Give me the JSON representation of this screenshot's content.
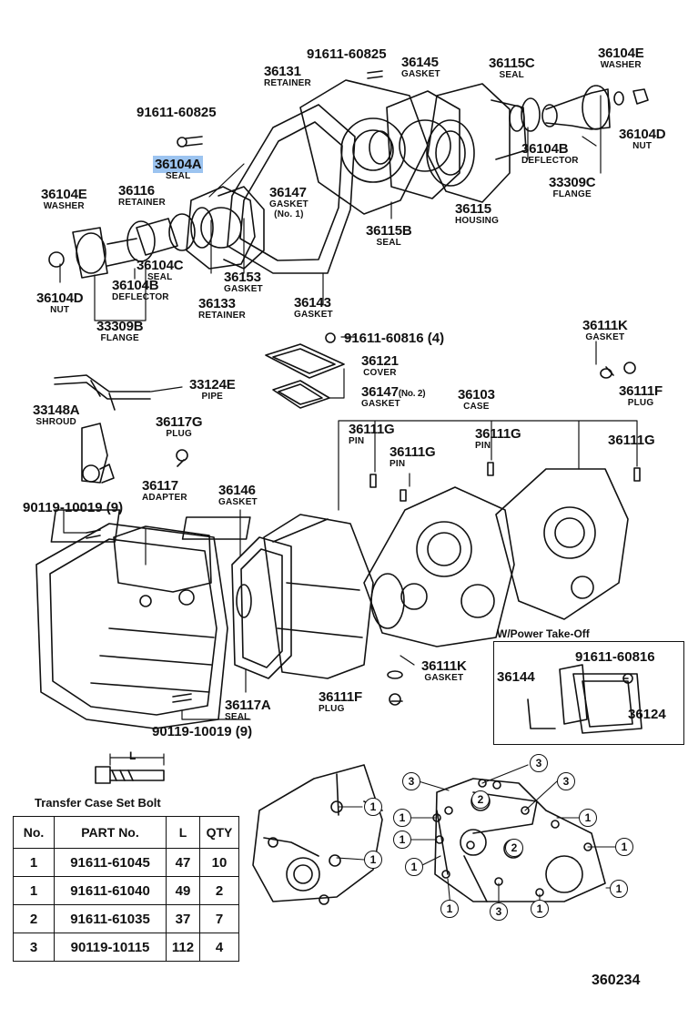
{
  "labels": {
    "p36104E_top": {
      "pn": "36104E",
      "sub": "WASHER"
    },
    "p36104D_top": {
      "pn": "36104D",
      "sub": "NUT"
    },
    "p33309C": {
      "pn": "33309C",
      "sub": "FLANGE"
    },
    "p36104B_top": {
      "pn": "36104B",
      "sub": "DEFLECTOR"
    },
    "p36115C": {
      "pn": "36115C",
      "sub": "SEAL"
    },
    "p36145": {
      "pn": "36145",
      "sub": "GASKET"
    },
    "p91611_60825_top": {
      "pn": "91611-60825"
    },
    "p36131": {
      "pn": "36131",
      "sub": "RETAINER"
    },
    "p91611_60825_left": {
      "pn": "91611-60825"
    },
    "p36104A": {
      "pn": "36104A",
      "sub": "SEAL"
    },
    "p36116": {
      "pn": "36116",
      "sub": "RETAINER"
    },
    "p36104E_left": {
      "pn": "36104E",
      "sub": "WASHER"
    },
    "p36147_1": {
      "pn": "36147",
      "sub": "GASKET",
      "sub2": "(No. 1)"
    },
    "p36115": {
      "pn": "36115",
      "sub": "HOUSING"
    },
    "p36115B": {
      "pn": "36115B",
      "sub": "SEAL"
    },
    "p36104C": {
      "pn": "36104C",
      "sub": "SEAL"
    },
    "p36104B_left": {
      "pn": "36104B",
      "sub": "DEFLECTOR"
    },
    "p36104D_left": {
      "pn": "36104D",
      "sub": "NUT"
    },
    "p33309B": {
      "pn": "33309B",
      "sub": "FLANGE"
    },
    "p36153": {
      "pn": "36153",
      "sub": "GASKET"
    },
    "p36133": {
      "pn": "36133",
      "sub": "RETAINER"
    },
    "p36143": {
      "pn": "36143",
      "sub": "GASKET"
    },
    "p91611_60816_4": {
      "pn": "91611-60816 (4)"
    },
    "p36121": {
      "pn": "36121",
      "sub": "COVER"
    },
    "p36147_2": {
      "pn": "36147",
      "pn_note": "(No. 2)",
      "sub": "GASKET"
    },
    "p36103": {
      "pn": "36103",
      "sub": "CASE"
    },
    "p36111K_top": {
      "pn": "36111K",
      "sub": "GASKET"
    },
    "p36111F_top": {
      "pn": "36111F",
      "sub": "PLUG"
    },
    "p33124E": {
      "pn": "33124E",
      "sub": "PIPE"
    },
    "p33148A": {
      "pn": "33148A",
      "sub": "SHROUD"
    },
    "p36117G": {
      "pn": "36117G",
      "sub": "PLUG"
    },
    "p36111G_a": {
      "pn": "36111G",
      "sub": "PIN"
    },
    "p36111G_b": {
      "pn": "36111G",
      "sub": "PIN"
    },
    "p36111G_c": {
      "pn": "36111G",
      "sub": "PIN"
    },
    "p36111G_d": {
      "pn": "36111G"
    },
    "p36117": {
      "pn": "36117",
      "sub": "ADAPTER"
    },
    "p36146": {
      "pn": "36146",
      "sub": "GASKET"
    },
    "p90119_10019_top": {
      "pn": "90119-10019 (9)"
    },
    "p36111K_bottom": {
      "pn": "36111K",
      "sub": "GASKET"
    },
    "p36111F_bottom": {
      "pn": "36111F",
      "sub": "PLUG"
    },
    "p36117A": {
      "pn": "36117A",
      "sub": "SEAL"
    },
    "p90119_10019_bottom": {
      "pn": "90119-10019 (9)"
    },
    "p36144": {
      "pn": "36144"
    },
    "p91611_60816_pto": {
      "pn": "91611-60816"
    },
    "p36124": {
      "pn": "36124"
    }
  },
  "pto_title": "W/Power Take-Off",
  "bolt_dim_label": "L",
  "bolt_table": {
    "title": "Transfer Case Set Bolt",
    "headers": [
      "No.",
      "PART No.",
      "L",
      "QTY"
    ],
    "rows": [
      [
        "1",
        "91611-61045",
        "47",
        "10"
      ],
      [
        "1",
        "91611-61040",
        "49",
        "2"
      ],
      [
        "2",
        "91611-61035",
        "37",
        "7"
      ],
      [
        "3",
        "90119-10115",
        "112",
        "4"
      ]
    ]
  },
  "bolt_markers": {
    "m1": "1",
    "m2": "2",
    "m3": "3"
  },
  "figure_number": "360234"
}
